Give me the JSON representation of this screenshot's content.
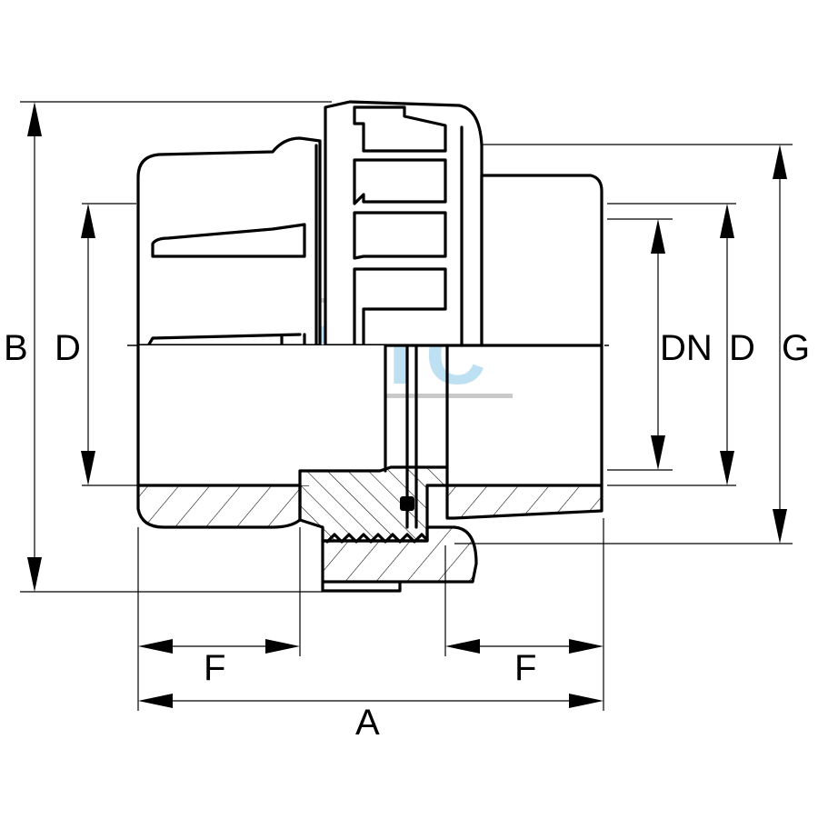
{
  "drawing": {
    "labels": {
      "B": "B",
      "D_left": "D",
      "DN": "DN",
      "D_right": "D",
      "G": "G",
      "F_left": "F",
      "F_right": "F",
      "A": "A"
    },
    "watermark": "HTC",
    "colors": {
      "line": "#000000",
      "background": "#ffffff",
      "watermark": "#a8d8ee",
      "watermark_bars": "#b8b8b8"
    }
  }
}
